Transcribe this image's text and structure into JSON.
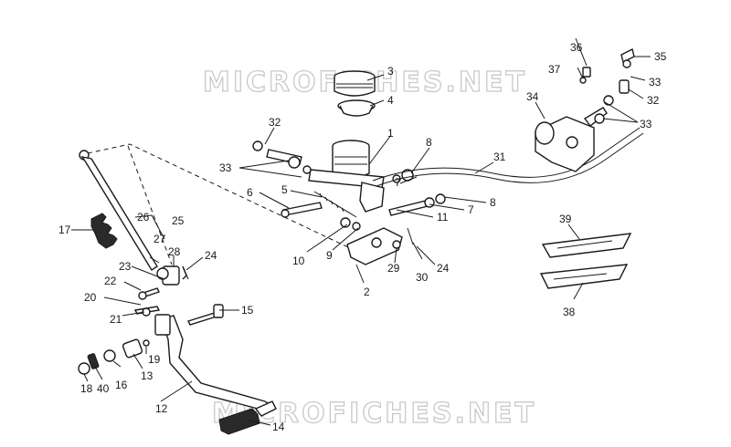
{
  "watermarks": [
    "MICROFICHES.NET",
    "MICROFICHES.NET"
  ],
  "callouts": [
    {
      "label": "1"
    },
    {
      "label": "2"
    },
    {
      "label": "3"
    },
    {
      "label": "4"
    },
    {
      "label": "5"
    },
    {
      "label": "6"
    },
    {
      "label": "7"
    },
    {
      "label": "7"
    },
    {
      "label": "8"
    },
    {
      "label": "8"
    },
    {
      "label": "9"
    },
    {
      "label": "10"
    },
    {
      "label": "11"
    },
    {
      "label": "12"
    },
    {
      "label": "13"
    },
    {
      "label": "14"
    },
    {
      "label": "15"
    },
    {
      "label": "16"
    },
    {
      "label": "17"
    },
    {
      "label": "18"
    },
    {
      "label": "19"
    },
    {
      "label": "20"
    },
    {
      "label": "21"
    },
    {
      "label": "22"
    },
    {
      "label": "23"
    },
    {
      "label": "24"
    },
    {
      "label": "24"
    },
    {
      "label": "25"
    },
    {
      "label": "26"
    },
    {
      "label": "27"
    },
    {
      "label": "28"
    },
    {
      "label": "29"
    },
    {
      "label": "30"
    },
    {
      "label": "31"
    },
    {
      "label": "32"
    },
    {
      "label": "32"
    },
    {
      "label": "33"
    },
    {
      "label": "33"
    },
    {
      "label": "33"
    },
    {
      "label": "34"
    },
    {
      "label": "35"
    },
    {
      "label": "36"
    },
    {
      "label": "37"
    },
    {
      "label": "38"
    },
    {
      "label": "39"
    },
    {
      "label": "40"
    }
  ]
}
